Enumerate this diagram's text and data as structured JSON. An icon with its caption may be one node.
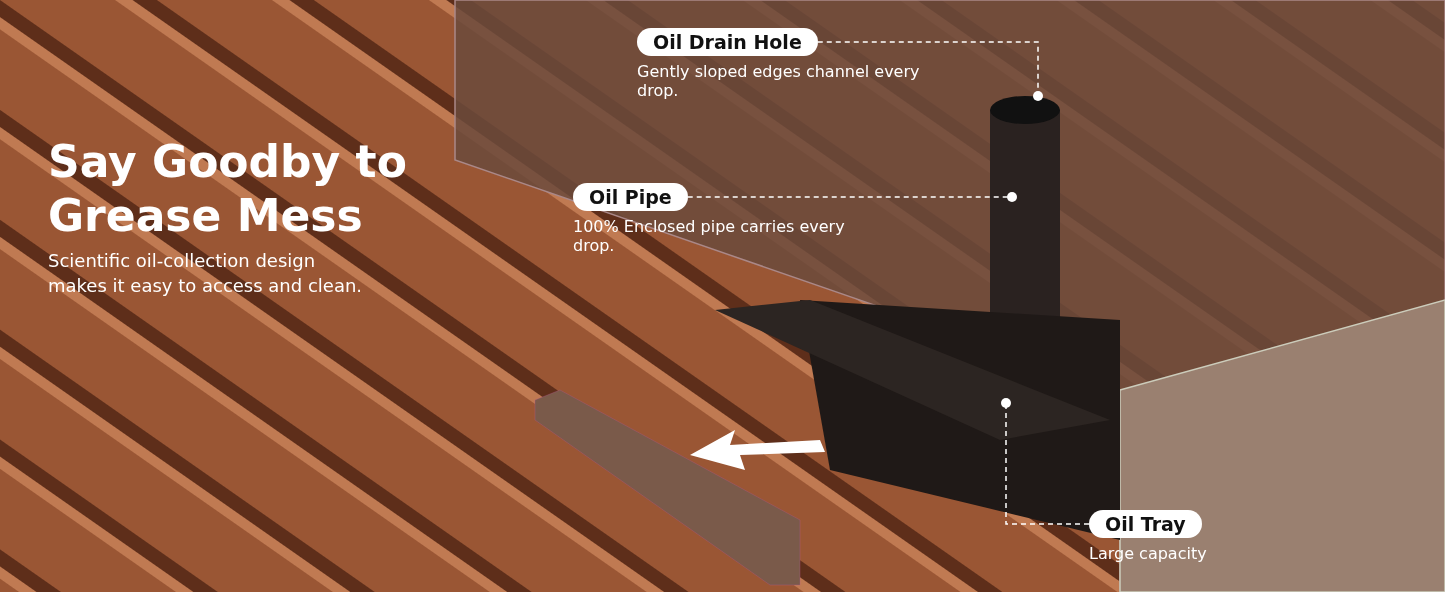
{
  "diagram": {
    "title": "Say Goodby to Grease Mess",
    "nodes": [
      {
        "text": [
          "Oil Drain Hole",
          "Gently sloped edges channel every drop."
        ]
      },
      {
        "text": [
          "Oil Pipe",
          "100% Enclosed pipe carries every drop."
        ]
      },
      {
        "text": [
          "Oil Tray",
          "Large capacity"
        ]
      }
    ],
    "edges": [
      {
        "from": 0,
        "to": null,
        "arrow": "other",
        "style": "dashed"
      },
      {
        "from": 1,
        "to": null,
        "arrow": "other",
        "style": "dashed"
      },
      {
        "from": 2,
        "to": null,
        "arrow": "other",
        "style": "dashed"
      }
    ],
    "labels": [
      "Scientific oil-collection design makes it easy to access and clean."
    ]
  }
}
